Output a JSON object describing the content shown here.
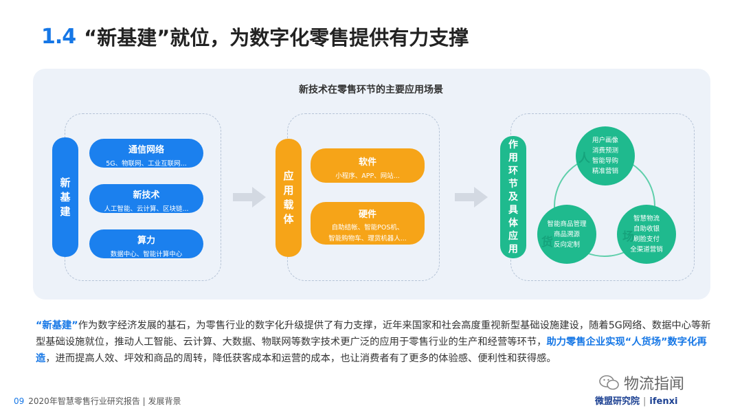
{
  "header": {
    "section_number": "1.4",
    "title": "“新基建”就位，为数字化零售提供有力支撑"
  },
  "diagram": {
    "title": "新技术在零售环节的主要应用场景",
    "new_infra": {
      "label": "新基建",
      "items": [
        {
          "title": "通信网络",
          "sub": "5G、物联网、工业互联网..."
        },
        {
          "title": "新技术",
          "sub": "人工智能、云计算、区块链..."
        },
        {
          "title": "算力",
          "sub": "数据中心、智能计算中心"
        }
      ]
    },
    "carrier": {
      "label": "应用载体",
      "items": [
        {
          "title": "软件",
          "sub": "小程序、APP、网站..."
        },
        {
          "title": "硬件",
          "sub1": "自助结帐、智能POS机、",
          "sub2": "智能购物车、理货机器人..."
        }
      ]
    },
    "scenes": {
      "label": "作用环节及具体应用",
      "people": {
        "letter": "人",
        "items": [
          "用户画像",
          "消费预测",
          "智能导购",
          "精准营销"
        ]
      },
      "goods": {
        "letter": "货",
        "items": [
          "智能商品管理",
          "商品溯源",
          "反向定制"
        ]
      },
      "place": {
        "letter": "场",
        "items": [
          "智慧物流",
          "自助收银",
          "刷脸支付",
          "全渠道营销"
        ]
      }
    }
  },
  "body": {
    "hl1": "“新基建”",
    "t1": "作为数字经济发展的基石，为零售行业的数字化升级提供了有力支撑，近年来国家和社会高度重视新型基础设施建设，随着5G网络、数据中心等新型基础设施就位，推动人工智能、云计算、大数据、物联网等数字技术更广泛的应用于零售行业的生产和经营等环节，",
    "hl2": "助力零售企业实现“人货场”数字化再造",
    "t2": "，进而提高人效、坪效和商品的周转，降低获客成本和运营的成本，也让消费者有了更多的体验感、便利性和获得感。"
  },
  "footer": {
    "page": "09",
    "report": "2020年智慧零售行业研究报告 | 发展背景",
    "watermark": "物流指闻",
    "logo_main": "微盟研究院",
    "logo_divider": "|",
    "logo_sub": "ifenxi"
  },
  "colors": {
    "blue": "#1b80ee",
    "orange": "#f6a418",
    "green": "#1fba8e",
    "panel": "#edf2f9"
  }
}
